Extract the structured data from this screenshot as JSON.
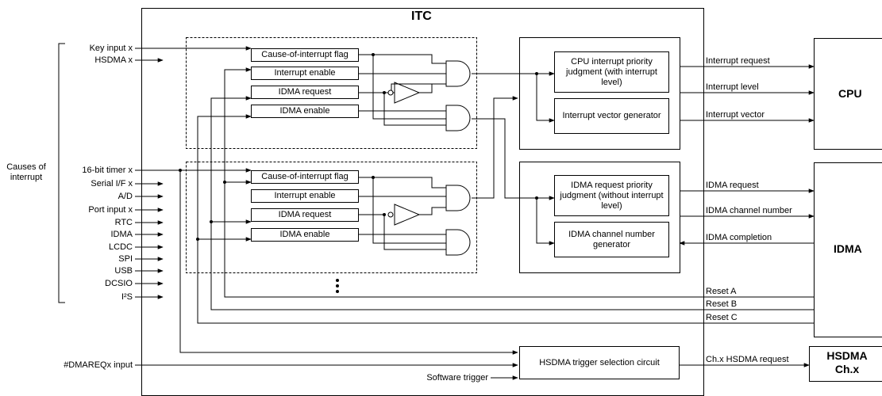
{
  "itc_title": "ITC",
  "left_bracket_label": "Causes of\ninterrupt",
  "sources_top": [
    "Key input x",
    "HSDMA x"
  ],
  "sources_mid": [
    "16-bit timer x",
    "Serial I/F x",
    "A/D",
    "Port input x",
    "RTC",
    "IDMA",
    "LCDC",
    "SPI",
    "USB",
    "DCSIO",
    "I²S"
  ],
  "dmareq_input": "#DMAREQx input",
  "software_trigger": "Software trigger",
  "channel_regs": {
    "cause_flag": "Cause-of-interrupt flag",
    "int_enable": "Interrupt enable",
    "idma_request": "IDMA request",
    "idma_enable": "IDMA enable"
  },
  "cpu_priority": "CPU interrupt priority judgment (with interrupt level)",
  "vector_gen": "Interrupt vector generator",
  "idma_priority": "IDMA request priority judgment (without interrupt level)",
  "idma_ch_gen": "IDMA channel number generator",
  "hsdma_trigger": "HSDMA trigger selection circuit",
  "cpu_signals": {
    "req": "Interrupt request",
    "level": "Interrupt level",
    "vector": "Interrupt vector"
  },
  "idma_signals": {
    "req": "IDMA request",
    "ch": "IDMA channel number",
    "completion": "IDMA completion"
  },
  "resets": {
    "a": "Reset A",
    "b": "Reset B",
    "c": "Reset C"
  },
  "hsdma_request": "Ch.x HSDMA request",
  "blocks": {
    "cpu": "CPU",
    "idma": "IDMA",
    "hsdma": "HSDMA\nCh.x"
  }
}
